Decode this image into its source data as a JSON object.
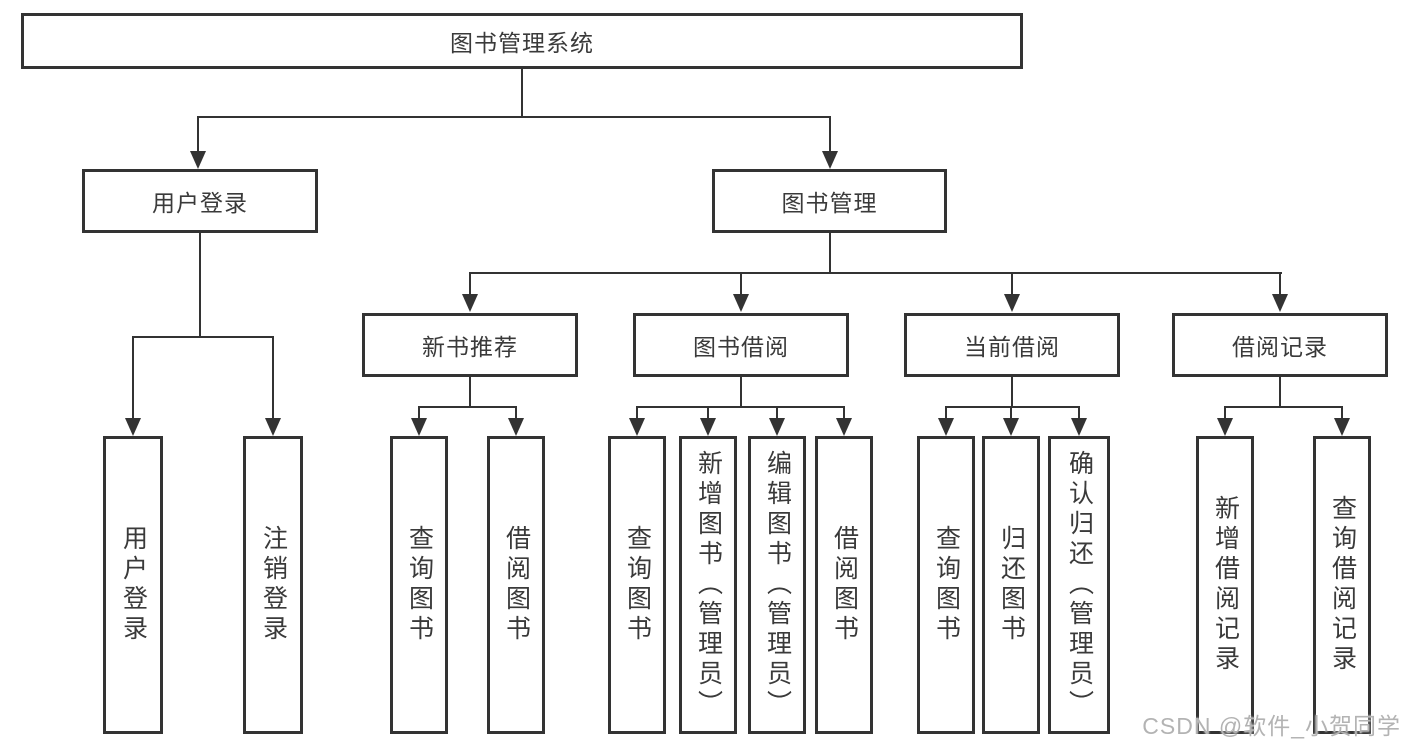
{
  "title": "图书管理系统",
  "branches": {
    "user": {
      "label": "用户登录",
      "leaves": [
        "用户登录",
        "注销登录"
      ]
    },
    "mgmt": {
      "label": "图书管理",
      "groups": {
        "recommend": {
          "label": "新书推荐",
          "leaves": [
            "查询图书",
            "借阅图书"
          ]
        },
        "borrow": {
          "label": "图书借阅",
          "leaves": [
            "查询图书",
            "新增图书（管理员）",
            "编辑图书（管理员）",
            "借阅图书"
          ]
        },
        "current": {
          "label": "当前借阅",
          "leaves": [
            "查询图书",
            "归还图书",
            "确认归还（管理员）"
          ]
        },
        "records": {
          "label": "借阅记录",
          "leaves": [
            "新增借阅记录",
            "查询借阅记录"
          ]
        }
      }
    }
  },
  "watermark": "CSDN @软件_小贺同学",
  "colors": {
    "line": "#333333",
    "text": "#3a3a3a",
    "background": "#ffffff",
    "watermark": "#b3b3b3"
  }
}
